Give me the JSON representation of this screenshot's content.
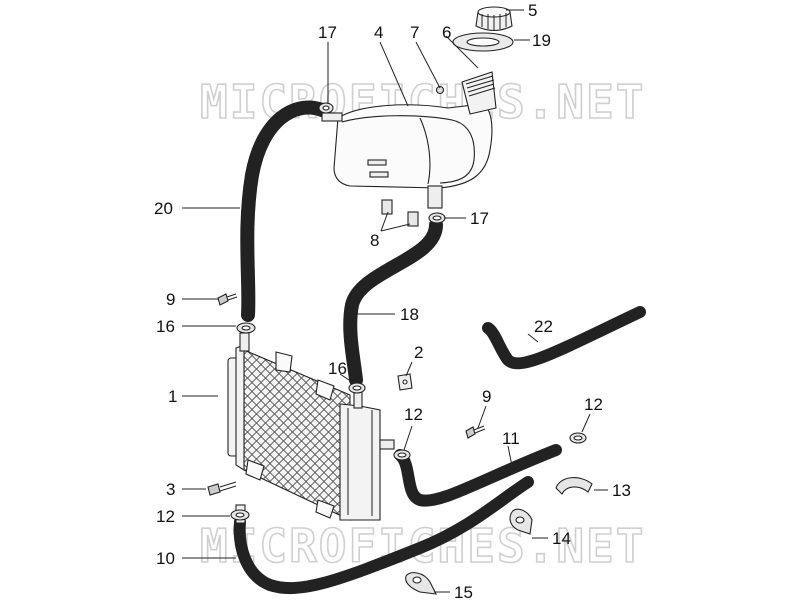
{
  "watermark": "MICROFICHES.NET",
  "callouts": {
    "p1": "1",
    "p2": "2",
    "p3": "3",
    "p4": "4",
    "p5": "5",
    "p6": "6",
    "p7": "7",
    "p8": "8",
    "p9a": "9",
    "p9b": "9",
    "p10": "10",
    "p11": "11",
    "p12a": "12",
    "p12b": "12",
    "p12c": "12",
    "p13": "13",
    "p14": "14",
    "p15": "15",
    "p16a": "16",
    "p16b": "16",
    "p17a": "17",
    "p17b": "17",
    "p18": "18",
    "p19": "19",
    "p20": "20",
    "p22": "22"
  }
}
